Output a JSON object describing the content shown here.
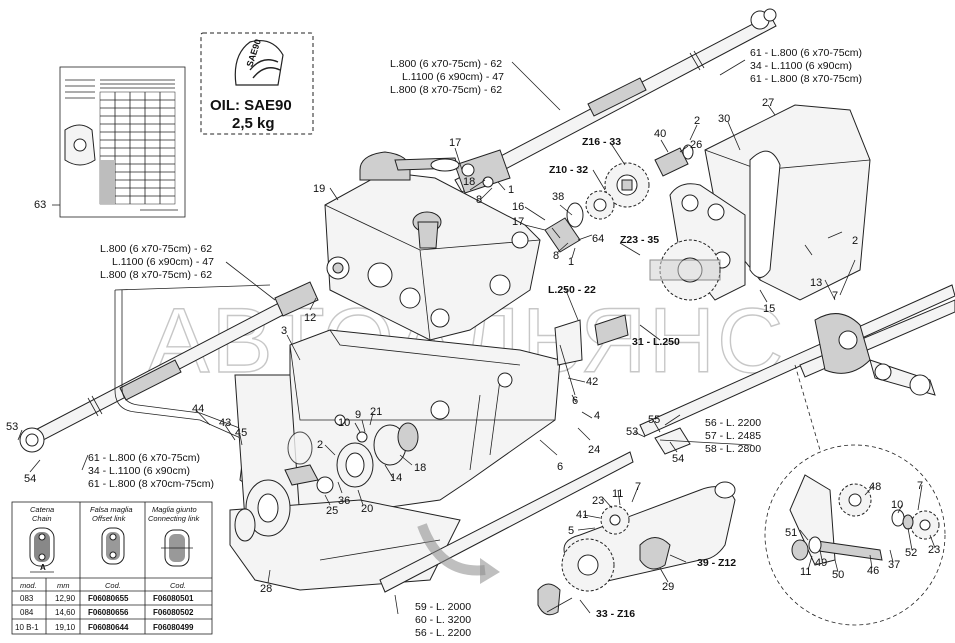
{
  "watermark": "АВТОАЛЬЯНС",
  "oil_box": {
    "logo": "SAE90",
    "line1": "OIL: SAE90",
    "line2": "2,5 kg"
  },
  "shaft_specs": {
    "top_left": [
      "L.800 (6 x70-75cm) - 62",
      "L.1100 (6 x90cm) - 47",
      "L.800 (8 x70-75cm) - 62"
    ],
    "top_right": [
      "61 - L.800 (6 x70-75cm)",
      "34 - L.1100 (6 x90cm)",
      "61 - L.800 (8 x70-75cm)"
    ],
    "mid_left": [
      "L.800 (6 x70-75cm) - 62",
      "L.1100 (6 x90cm) - 47",
      "L.800 (8 x70-75cm) - 62"
    ],
    "bottom_left": [
      "61 - L.800 (6 x70-75cm)",
      "34 - L.1100 (6 x90cm)",
      "61 - L.800 (8 x70cm-75cm)"
    ],
    "right_mid": [
      "56 - L. 2200",
      "57 - L. 2485",
      "58 - L. 2800"
    ],
    "bottom_center": [
      "59 - L. 2000",
      "60 - L. 3200",
      "56 - L. 2200"
    ]
  },
  "callouts": {
    "z16_33": "Z16 - 33",
    "z10_32": "Z10 - 32",
    "z23_35": "Z23 - 35",
    "l250_22": "L.250 - 22",
    "l250_31": "31 - L.250",
    "z12_39": "39 - Z12",
    "z16_33b": "33 - Z16"
  },
  "part_numbers": {
    "p63": "63",
    "p19": "19",
    "p17a": "17",
    "p18a": "18",
    "p1a": "1",
    "p8a": "8",
    "p16": "16",
    "p17b": "17",
    "p38": "38",
    "p64": "64",
    "p8b": "8",
    "p1b": "1",
    "p40": "40",
    "p2a": "2",
    "p26": "26",
    "p30": "30",
    "p27": "27",
    "p2b": "2",
    "p13": "13",
    "p7a": "7",
    "p15": "15",
    "p3": "3",
    "p12": "12",
    "p42": "42",
    "p6a": "6",
    "p4": "4",
    "p24": "24",
    "p6b": "6",
    "p44": "44",
    "p43": "43",
    "p45": "45",
    "p53a": "53",
    "p54a": "54",
    "p10a": "10",
    "p9": "9",
    "p21": "21",
    "p2c": "2",
    "p18b": "18",
    "p14": "14",
    "p36": "36",
    "p25": "25",
    "p20": "20",
    "p28": "28",
    "p55": "55",
    "p53b": "53",
    "p54b": "54",
    "p23a": "23",
    "p11a": "11",
    "p7b": "7",
    "p41": "41",
    "p5": "5",
    "p29": "29",
    "p48": "48",
    "p10b": "10",
    "p7c": "7",
    "p51": "51",
    "p49": "49",
    "p50": "50",
    "p46": "46",
    "p37": "37",
    "p52": "52",
    "p23b": "23",
    "p11b": "11"
  },
  "chain_table": {
    "headers": [
      {
        "it": "Catena",
        "en": "Chain"
      },
      {
        "it": "Falsa maglia",
        "en": "Offset link"
      },
      {
        "it": "Maglia giunto",
        "en": "Connecting link"
      }
    ],
    "dim_label": "A",
    "subhead": [
      "mod.",
      "mm",
      "Cod.",
      "Cod."
    ],
    "rows": [
      [
        "083",
        "12,90",
        "F06080655",
        "F06080501"
      ],
      [
        "084",
        "14,60",
        "F06080656",
        "F06080502"
      ],
      [
        "10 B-1",
        "19,10",
        "F06080644",
        "F06080499"
      ]
    ]
  }
}
